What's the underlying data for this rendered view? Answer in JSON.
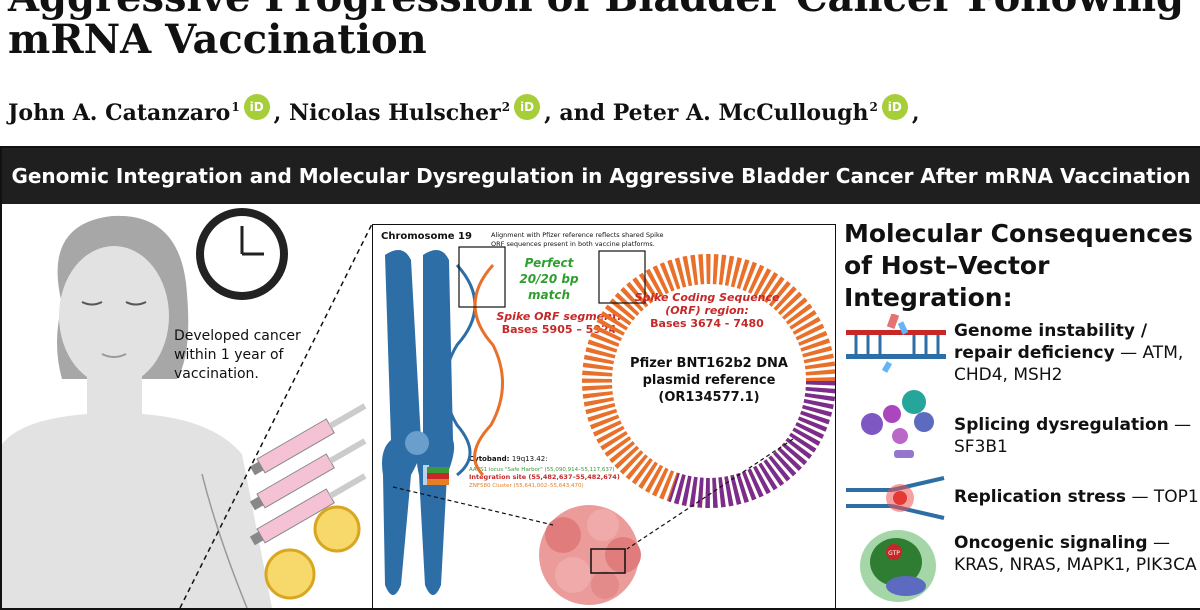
{
  "paper": {
    "title_line1": "Aggressive Progression of Bladder Cancer Following",
    "title_line2": "mRNA Vaccination",
    "authors": [
      {
        "name": "John A. Catanzaro",
        "affil": "1"
      },
      {
        "name": "Nicolas Hulscher",
        "affil": "2"
      },
      {
        "name": "Peter A. McCullough",
        "affil": "2"
      }
    ],
    "orcid_label": "iD",
    "and_word": "and",
    "trailing": ","
  },
  "figure": {
    "banner": "Genomic Integration and Molecular Dysregulation in Aggressive Bladder Cancer After mRNA Vaccination",
    "patient_note": [
      "Developed cancer",
      "within 1 year of",
      "vaccination."
    ],
    "chromosome_label": "Chromosome 19",
    "alignment_note": [
      "Alignment with Pfizer reference reflects shared Spike",
      "ORF sequences present in both vaccine platforms."
    ],
    "match_text": [
      "Perfect",
      "20/20 bp",
      "match"
    ],
    "spike_segment": [
      "Spike ORF segment:",
      "Bases 5905 – 5924"
    ],
    "spike_coding": [
      "Spike Coding Sequence",
      "(ORF) region:",
      "Bases 3674 - 7480"
    ],
    "plasmid": [
      "Pfizer BNT162b2 DNA",
      "plasmid reference",
      "(OR134577.1)"
    ],
    "cytoband_label": "Cytoband:",
    "cytoband_value": "19q13.42:",
    "bands": [
      {
        "label": "AAVS1 locus \"Safe Harbor\" (55,090,914–55,117,637)",
        "color": "#3a9a3a"
      },
      {
        "label": "Integration site (55,482,637–55,482,674)",
        "color": "#c62828"
      },
      {
        "label": "ZNF580 Cluster (55,641,002–55,643,470)",
        "color": "#e67e22"
      }
    ],
    "consequences_title": [
      "Molecular Consequences",
      "of Host–Vector Integration:"
    ],
    "consequences": [
      {
        "bold": "Genome instability / repair deficiency",
        "rest": " — ATM, CHD4, MSH2",
        "icon": "dna-break-icon"
      },
      {
        "bold": "Splicing dysregulation",
        "rest": " — SF3B1",
        "icon": "spliceosome-icon"
      },
      {
        "bold": "Replication stress",
        "rest": " — TOP1",
        "icon": "replication-fork-icon"
      },
      {
        "bold": "Oncogenic signaling",
        "rest": " — KRAS, NRAS, MAPK1, PIK3CA",
        "icon": "ras-protein-icon"
      }
    ],
    "gtp_label": "GTP",
    "colors": {
      "chromosome": "#2e6ea6",
      "plasmid_orange": "#e8702a",
      "plasmid_purple": "#7b2d8e",
      "match_green": "#2e9e2e",
      "annot_red": "#c62828"
    }
  }
}
